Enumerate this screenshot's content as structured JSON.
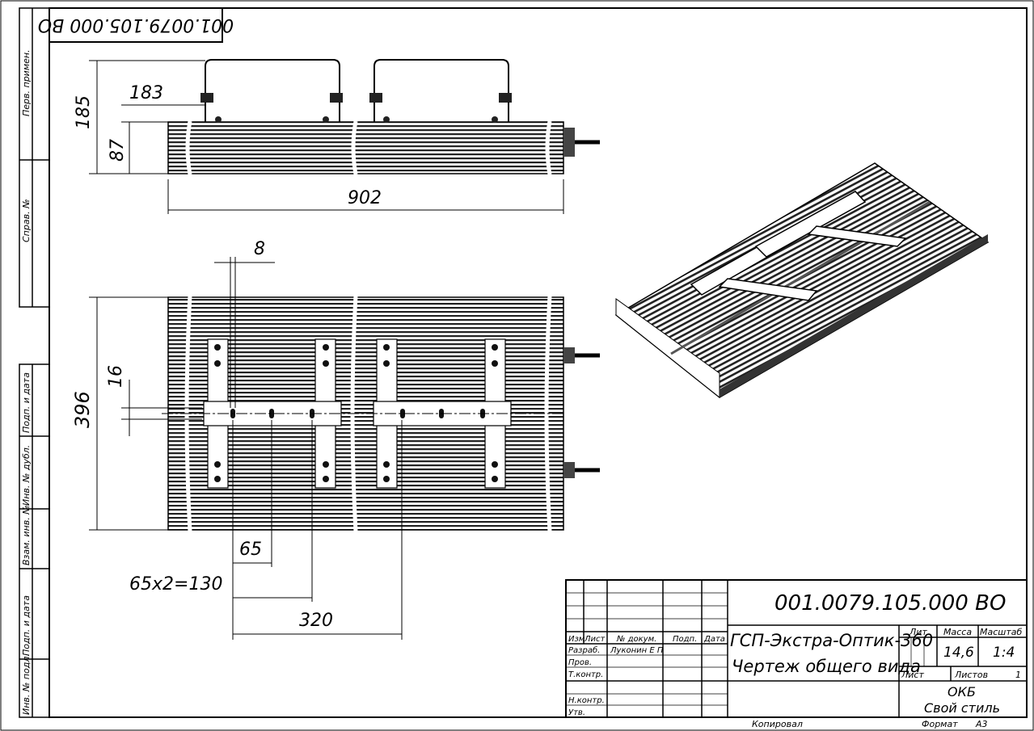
{
  "stamp_rotated": "001.0079.105.000 ВО",
  "side_strip": {
    "labels": [
      "Перв. примен.",
      "Справ. №",
      "Подп. и дата",
      "Инв. № дубл.",
      "Взам. инв. №",
      "Подп. и дата",
      "Инв. № подл."
    ]
  },
  "dimensions": {
    "side_view": {
      "height_total": "185",
      "body_height": "87",
      "bracket_offset": "183",
      "length": "902"
    },
    "plan_view": {
      "slot_width": "8",
      "width": "396",
      "slot_offset": "16",
      "pitch": "65",
      "pitch_double": "65x2=130",
      "bracket_spacing": "320"
    }
  },
  "title_block": {
    "designation": "001.0079.105.000 ВО",
    "name_line1": "ГСП-Экстра-Оптик-360",
    "name_line2": "Чертеж общего вида",
    "headers": {
      "izm": "Изм",
      "list": "Лист",
      "doc_no": "№ докум.",
      "sign": "Подп.",
      "date": "Дата"
    },
    "roles": [
      "Разраб.",
      "Пров.",
      "Т.контр.",
      "Н.контр.",
      "Утв."
    ],
    "developer": "Луконин Е П",
    "lit_label": "Лит.",
    "mass_label": "Масса",
    "scale_label": "Масштаб",
    "mass": "14,6",
    "scale": "1:4",
    "sheet_label": "Лист",
    "sheets_label": "Листов",
    "sheets": "1",
    "org_line1": "ОКБ",
    "org_line2": "Свой стиль",
    "copied_label": "Копировал",
    "format_label": "Формат",
    "format": "А3"
  }
}
